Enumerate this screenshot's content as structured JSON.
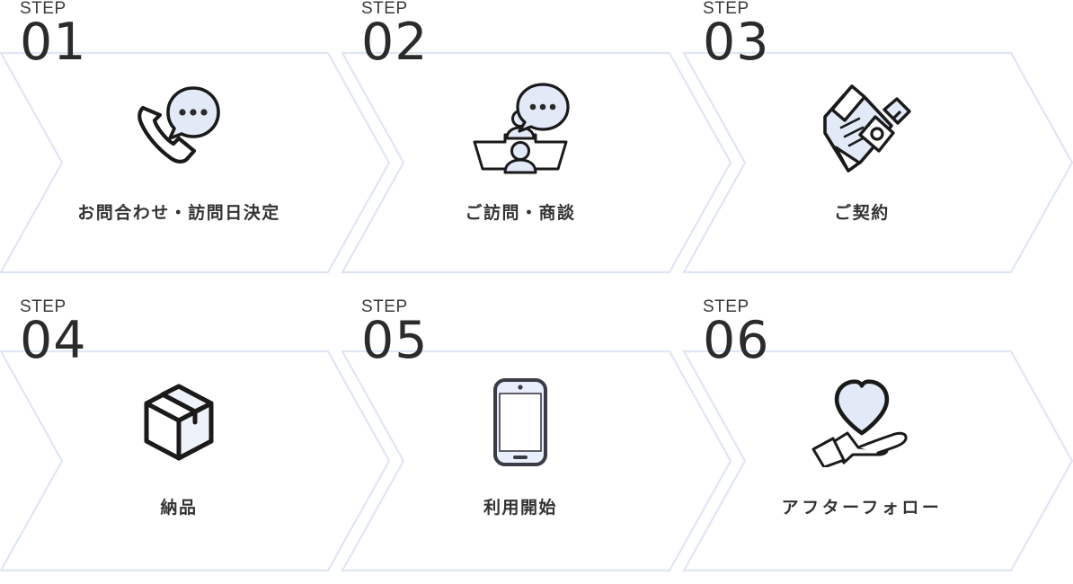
{
  "flow": {
    "step_word": "STEP",
    "accent_fill": "#e2e9f7",
    "outline_color": "#dfe6f4",
    "stroke_color": "#1a1a1a",
    "steps": [
      {
        "number": "01",
        "label": "お問合わせ・訪問日決定",
        "icon": "phone-speech-bubble-icon"
      },
      {
        "number": "02",
        "label": "ご訪問・商談",
        "icon": "meeting-people-speech-bubble-icon"
      },
      {
        "number": "03",
        "label": "ご契約",
        "icon": "contract-pen-icon"
      },
      {
        "number": "04",
        "label": "納品",
        "icon": "package-box-icon"
      },
      {
        "number": "05",
        "label": "利用開始",
        "icon": "smartphone-icon"
      },
      {
        "number": "06",
        "label": "アフターフォロー",
        "icon": "hand-heart-icon"
      }
    ]
  }
}
